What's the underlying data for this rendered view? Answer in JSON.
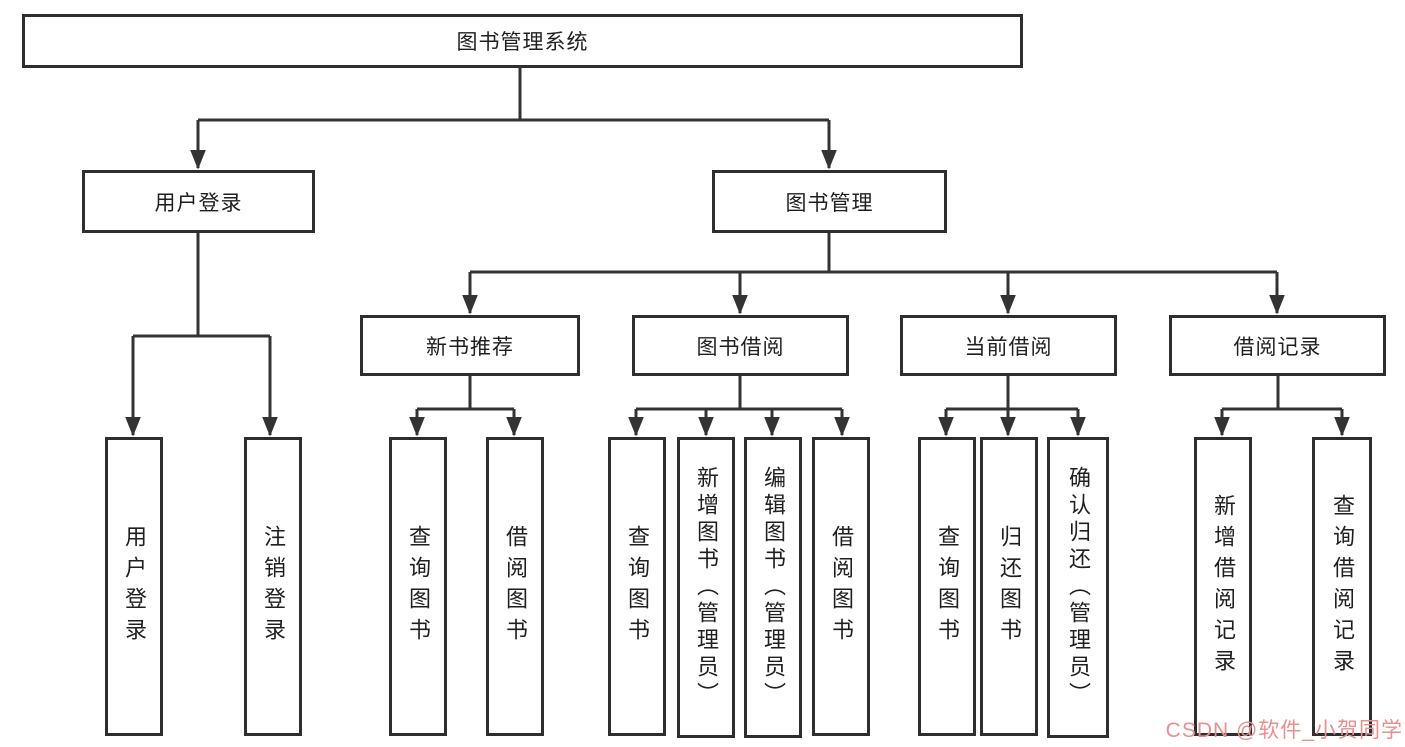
{
  "diagram": {
    "title": "图书管理系统",
    "root": {
      "label": "图书管理系统"
    },
    "branches": [
      {
        "label": "用户登录",
        "children": [
          {
            "label": "用户登录"
          },
          {
            "label": "注销登录"
          }
        ]
      },
      {
        "label": "图书管理",
        "children": [
          {
            "label": "新书推荐",
            "children": [
              {
                "label": "查询图书"
              },
              {
                "label": "借阅图书"
              }
            ]
          },
          {
            "label": "图书借阅",
            "children": [
              {
                "label": "查询图书"
              },
              {
                "label": "新增图书（管理员）"
              },
              {
                "label": "编辑图书（管理员）"
              },
              {
                "label": "借阅图书"
              }
            ]
          },
          {
            "label": "当前借阅",
            "children": [
              {
                "label": "查询图书"
              },
              {
                "label": "归还图书"
              },
              {
                "label": "确认归还（管理员）"
              }
            ]
          },
          {
            "label": "借阅记录",
            "children": [
              {
                "label": "新增借阅记录"
              },
              {
                "label": "查询借阅记录"
              }
            ]
          }
        ]
      }
    ]
  },
  "watermark": {
    "text": "CSDN @软件_小贺同学",
    "color": "#e98f8f"
  },
  "colors": {
    "line": "#333333",
    "box_border": "#2e2e2e",
    "text": "#1f1f1f",
    "background": "#ffffff"
  }
}
